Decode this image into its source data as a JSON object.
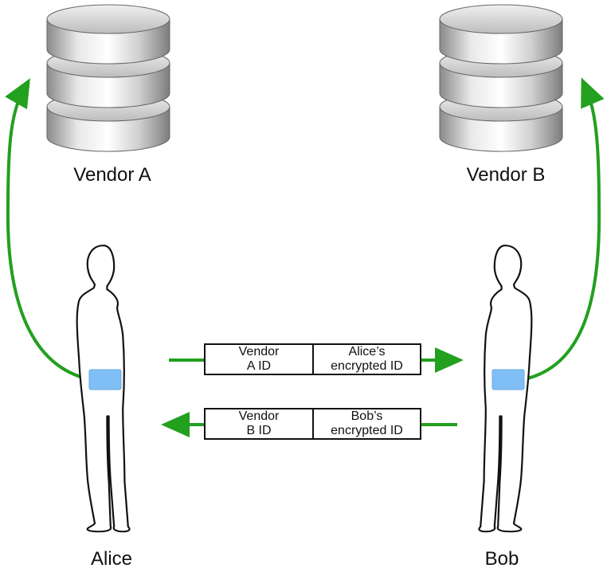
{
  "vendor_a": {
    "label": "Vendor A"
  },
  "vendor_b": {
    "label": "Vendor B"
  },
  "alice": {
    "label": "Alice"
  },
  "bob": {
    "label": "Bob"
  },
  "packet_to_bob": {
    "left": "Vendor\nA ID",
    "right": "Alice’s\nencrypted ID"
  },
  "packet_to_alice": {
    "left": "Vendor\nB ID",
    "right": "Bob’s\nencrypted ID"
  },
  "colors": {
    "arrow": "#22a01e",
    "device": "#80bff5",
    "database": "#c8c8c8",
    "stroke": "#111111"
  },
  "icons": {
    "database": "database-icon",
    "person": "person-silhouette-icon",
    "device": "device-icon"
  }
}
